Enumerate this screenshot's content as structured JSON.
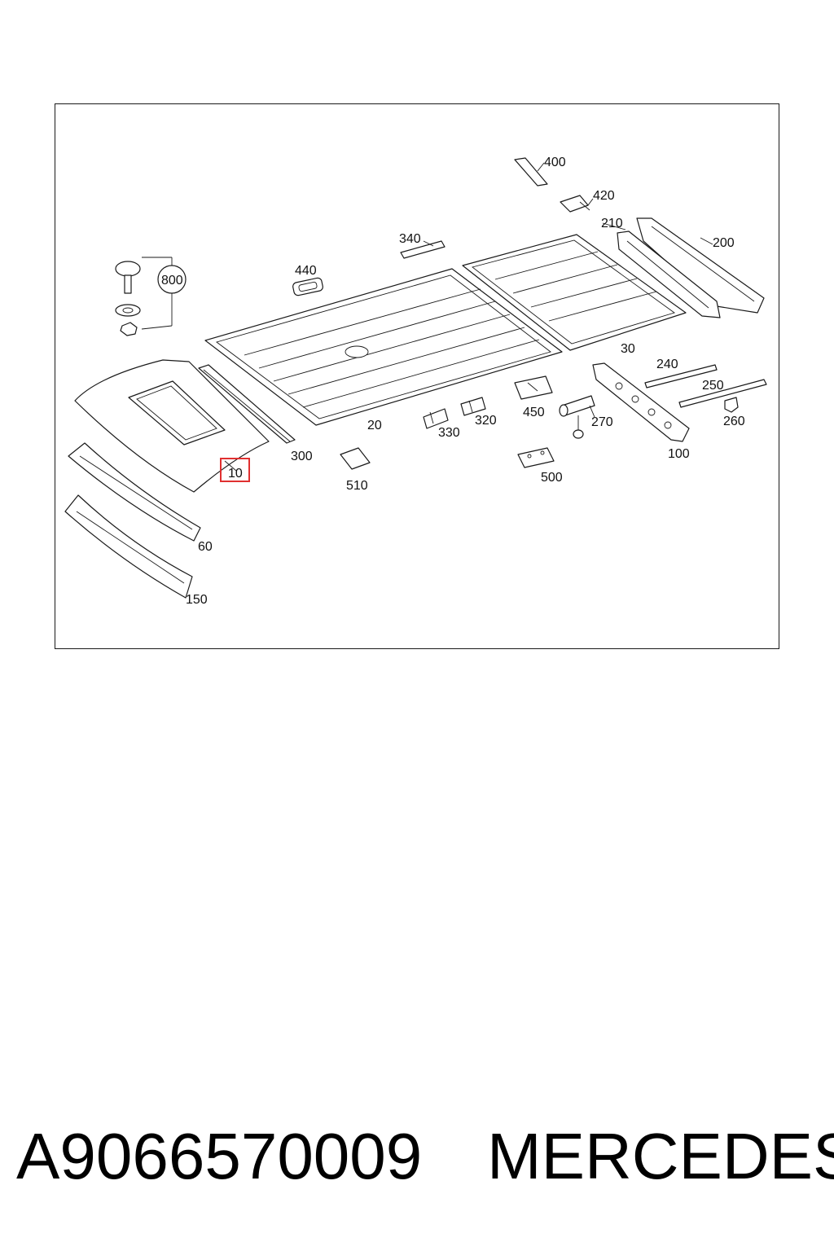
{
  "diagram": {
    "callouts": {
      "c400": "400",
      "c420": "420",
      "c210": "210",
      "c200": "200",
      "c340": "340",
      "c440": "440",
      "c800": "800",
      "c30": "30",
      "c240": "240",
      "c250": "250",
      "c260": "260",
      "c450": "450",
      "c270": "270",
      "c100": "100",
      "c20": "20",
      "c330": "330",
      "c320": "320",
      "c300": "300",
      "c510": "510",
      "c500": "500",
      "c10": "10",
      "c60": "60",
      "c150": "150"
    },
    "highlight": {
      "part": "10",
      "color": "#e03030"
    }
  },
  "footer": {
    "part_number": "A9066570009",
    "brand": "MERCEDES"
  }
}
